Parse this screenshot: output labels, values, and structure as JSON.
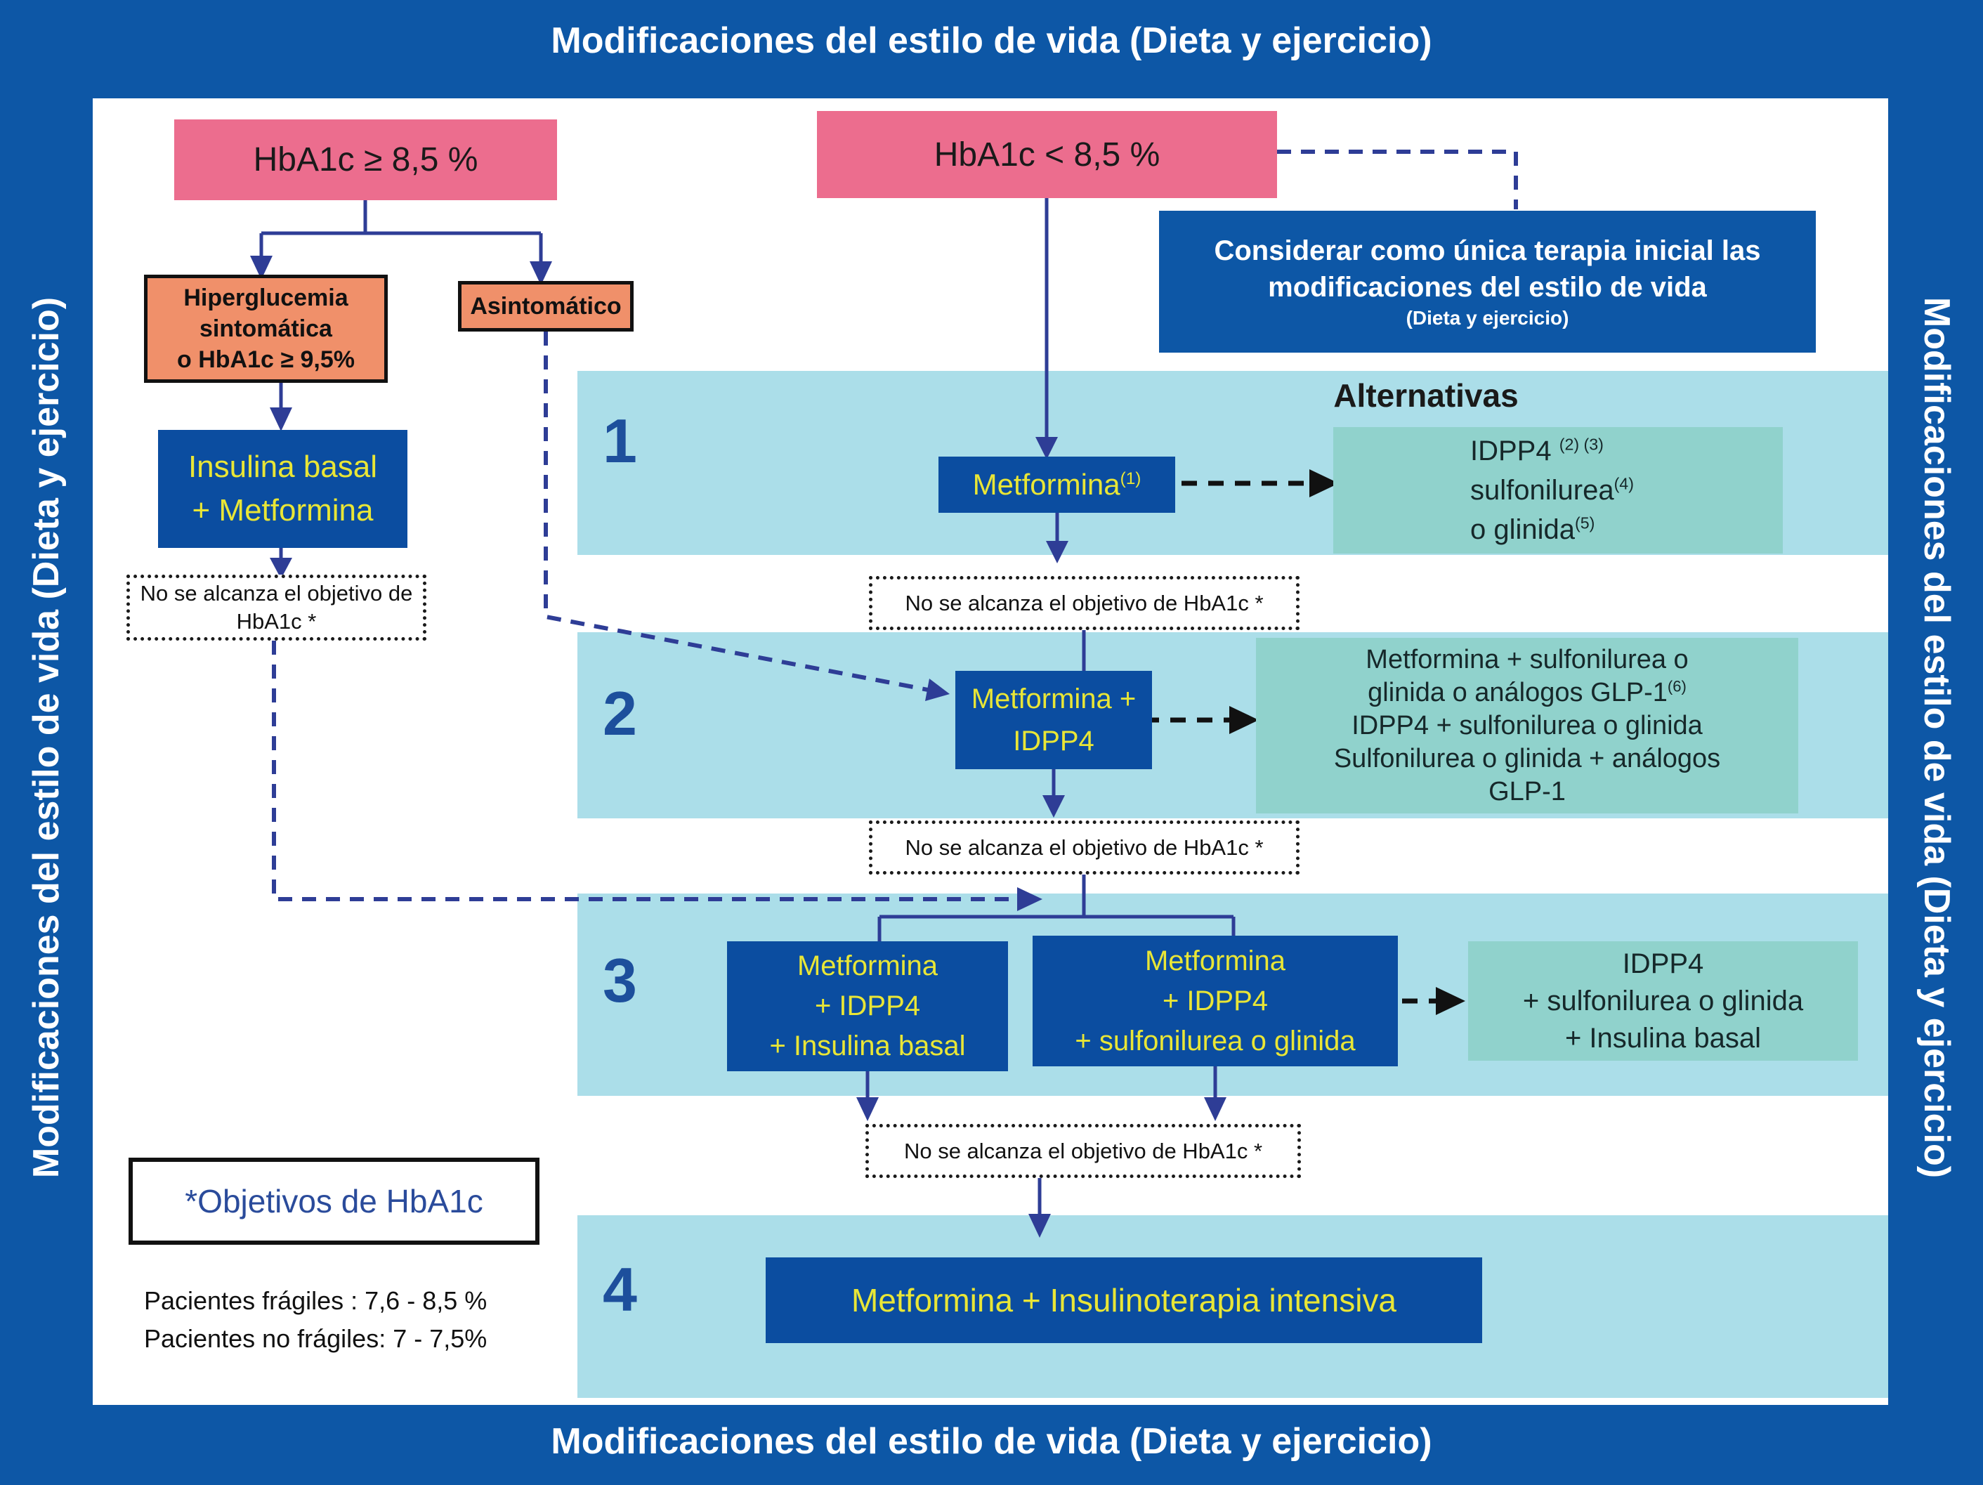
{
  "banners": {
    "top": "Modificaciones del estilo de vida (Dieta y ejercicio)",
    "bottom": "Modificaciones del estilo de vida (Dieta y ejercicio)",
    "left": "Modificaciones del estilo de vida (Dieta y ejercicio)",
    "right": "Modificaciones del estilo de vida (Dieta y ejercicio)"
  },
  "colors": {
    "banner_blue": "#0d57a6",
    "pink": "#ec6d8e",
    "orange": "#f0906a",
    "box_blue": "#0b4da0",
    "yellow_text": "#e9e636",
    "band_cyan": "#abdee9",
    "alt_teal": "#90d2cc",
    "arrow_navy": "#2e3d96",
    "number_navy": "#1d4f9c"
  },
  "decision": {
    "hba1c_high": "HbA1c ≥ 8,5 %",
    "hba1c_low": "HbA1c < 8,5 %",
    "hyper_lines": [
      [
        {
          "t": "Hiperglucemia"
        }
      ],
      [
        {
          "t": "sintomática"
        }
      ],
      [
        {
          "t": "o HbA1c ≥ 9,5%"
        }
      ]
    ],
    "asintomatico": "Asintomático",
    "insulina_lines": [
      [
        {
          "t": "Insulina basal"
        }
      ],
      [
        {
          "t": "+ Metformina"
        }
      ]
    ],
    "no_target_left_lines": [
      [
        {
          "t": "No se alcanza el objetivo de"
        }
      ],
      [
        {
          "t": "HbA1c *"
        }
      ]
    ],
    "considerar_lines": [
      [
        {
          "t": "Considerar como única terapia inicial las"
        }
      ],
      [
        {
          "t": "modificaciones del estilo de vida"
        }
      ]
    ],
    "considerar_sub": "(Dieta y ejercicio)",
    "no_target_1": "No se alcanza el objetivo  de HbA1c *",
    "no_target_2": "No se alcanza el objetivo  de HbA1c *",
    "no_target_3": "No se alcanza el objetivo  de HbA1c *"
  },
  "step1": {
    "number": "1",
    "alternatives_label": "Alternativas",
    "box_lines": [
      [
        {
          "t": "Metformina"
        },
        {
          "t": "(1)",
          "sup": true
        }
      ]
    ],
    "alt_lines": [
      [
        {
          "t": "IDPP4 "
        },
        {
          "t": "(2) (3)",
          "sup": true
        }
      ],
      [
        {
          "t": "sulfonilurea"
        },
        {
          "t": "(4)",
          "sup": true
        }
      ],
      [
        {
          "t": "o glinida"
        },
        {
          "t": "(5)",
          "sup": true
        }
      ]
    ]
  },
  "step2": {
    "number": "2",
    "box_lines": [
      [
        {
          "t": "Metformina +"
        }
      ],
      [
        {
          "t": "IDPP4"
        }
      ]
    ],
    "alt_lines": [
      [
        {
          "t": "Metformina + sulfonilurea o"
        }
      ],
      [
        {
          "t": "glinida o análogos GLP-1"
        },
        {
          "t": "(6)",
          "sup": true
        }
      ],
      [
        {
          "t": "IDPP4 + sulfonilurea o glinida"
        }
      ],
      [
        {
          "t": "Sulfonilurea o glinida + análogos"
        }
      ],
      [
        {
          "t": "GLP-1"
        }
      ]
    ]
  },
  "step3": {
    "number": "3",
    "box_a_lines": [
      [
        {
          "t": "Metformina"
        }
      ],
      [
        {
          "t": "+ IDPP4"
        }
      ],
      [
        {
          "t": "+ Insulina basal"
        }
      ]
    ],
    "box_b_lines": [
      [
        {
          "t": "Metformina"
        }
      ],
      [
        {
          "t": "+ IDPP4"
        }
      ],
      [
        {
          "t": "+ sulfonilurea o glinida"
        }
      ]
    ],
    "alt_lines": [
      [
        {
          "t": "IDPP4"
        }
      ],
      [
        {
          "t": "+ sulfonilurea o glinida"
        }
      ],
      [
        {
          "t": "+ Insulina basal"
        }
      ]
    ]
  },
  "step4": {
    "number": "4",
    "box_label": "Metformina + Insulinoterapia intensiva"
  },
  "objetivos": {
    "title": "*Objetivos de HbA1c",
    "lines": [
      [
        {
          "t": "Pacientes frágiles : 7,6 - 8,5 %"
        }
      ],
      [
        {
          "t": "Pacientes no frágiles: 7 - 7,5%"
        }
      ]
    ]
  }
}
